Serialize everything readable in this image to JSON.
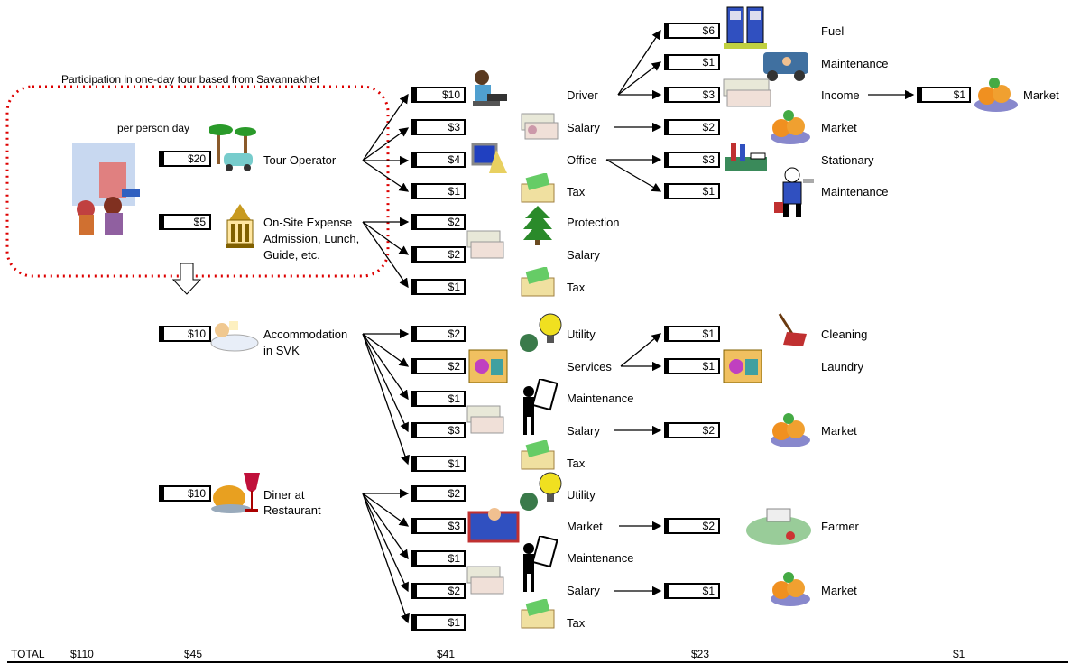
{
  "title": "Participation in one-day tour based from Savannakhet",
  "per_person": "per person day",
  "level1": [
    {
      "amount": "$20",
      "label": "Tour Operator"
    },
    {
      "amount": "$5",
      "label": "On-Site Expense",
      "label2": "Admission, Lunch,",
      "label3": "Guide, etc."
    },
    {
      "amount": "$10",
      "label": "Accommodation",
      "label2": "in SVK"
    },
    {
      "amount": "$10",
      "label": "Diner at",
      "label2": "Restaurant"
    }
  ],
  "level2": [
    {
      "amount": "$10",
      "label": "Driver"
    },
    {
      "amount": "$3",
      "label": "Salary"
    },
    {
      "amount": "$4",
      "label": "Office"
    },
    {
      "amount": "$1",
      "label": "Tax"
    },
    {
      "amount": "$2",
      "label": "Protection"
    },
    {
      "amount": "$2",
      "label": "Salary"
    },
    {
      "amount": "$1",
      "label": "Tax"
    },
    {
      "amount": "$2",
      "label": "Utility"
    },
    {
      "amount": "$2",
      "label": "Services"
    },
    {
      "amount": "$1",
      "label": "Maintenance"
    },
    {
      "amount": "$3",
      "label": "Salary"
    },
    {
      "amount": "$1",
      "label": "Tax"
    },
    {
      "amount": "$2",
      "label": "Utility"
    },
    {
      "amount": "$3",
      "label": "Market"
    },
    {
      "amount": "$1",
      "label": "Maintenance"
    },
    {
      "amount": "$2",
      "label": "Salary"
    },
    {
      "amount": "$1",
      "label": "Tax"
    }
  ],
  "level3": [
    {
      "amount": "$6",
      "label": "Fuel"
    },
    {
      "amount": "$1",
      "label": "Maintenance"
    },
    {
      "amount": "$3",
      "label": "Income"
    },
    {
      "amount": "$2",
      "label": "Market"
    },
    {
      "amount": "$3",
      "label": "Stationary"
    },
    {
      "amount": "$1",
      "label": "Maintenance"
    },
    {
      "amount": "$1",
      "label": "Cleaning"
    },
    {
      "amount": "$1",
      "label": "Laundry"
    },
    {
      "amount": "$2",
      "label": "Market"
    },
    {
      "amount": "$2",
      "label": "Farmer"
    },
    {
      "amount": "$1",
      "label": "Market"
    }
  ],
  "level4": [
    {
      "amount": "$1",
      "label": "Market"
    }
  ],
  "totals": {
    "label": "TOTAL",
    "t0": "$110",
    "t1": "$45",
    "t2": "$41",
    "t3": "$23",
    "t4": "$1"
  }
}
